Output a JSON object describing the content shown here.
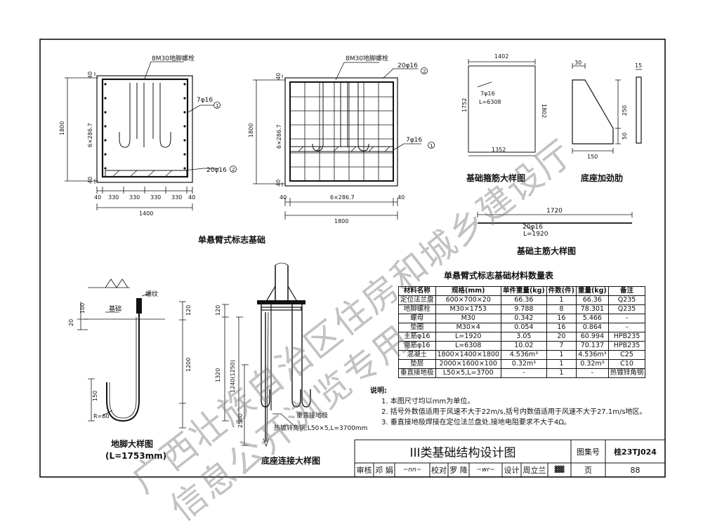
{
  "sheet": {
    "title": "III类基础结构设计图",
    "atlas_label": "图集号",
    "atlas_no": "桂23TJ024",
    "page_label": "页",
    "page_no": "88",
    "review_label": "审核",
    "reviewer": "邓 娟",
    "check_label": "校对",
    "checker": "罗 降",
    "design_label": "设计",
    "designer": "周立兰"
  },
  "plan_single": {
    "bolt_label": "8M30地脚螺栓",
    "rebar1_label": "7φ16",
    "rebar1_tag": "1",
    "rebar2_label": "20φ16",
    "rebar2_tag": "2",
    "dim_height": "1800",
    "dim_spacing": "6×286.7",
    "dim_top": "40",
    "dim_bottom": "40",
    "dim_bottom_segments": [
      "40",
      "330",
      "330",
      "330",
      "330",
      "40"
    ],
    "dim_total": "1400",
    "caption": "单悬臂式标志基础"
  },
  "plan_elev": {
    "bolt_label": "8M30地脚螺栓",
    "rebar2_label": "20φ16",
    "rebar2_tag": "2",
    "rebar1_label": "7φ16",
    "rebar1_tag": "1",
    "dim_height": "1800",
    "dim_spacing": "6×286.7",
    "dim_top": "40",
    "dim_bottom": "40",
    "dim_left": "40",
    "dim_mid": "6×286.7",
    "dim_right": "40",
    "dim_total": "1800"
  },
  "stirrup": {
    "dim_top": "1402",
    "dim_left": "1752",
    "dim_right": "1802",
    "dim_bottom": "1352",
    "label1": "7φ16",
    "label2": "L=6308",
    "caption": "基础箍筋大样图"
  },
  "rib": {
    "dim_top": "30",
    "dim_h1": "250",
    "dim_h2": "50",
    "dim_w": "150",
    "dim_t": "15",
    "caption": "底座加劲肋"
  },
  "main_bar": {
    "dim": "1720",
    "label1": "20φ16",
    "label2": "L=1920",
    "caption": "基础主筋大样图"
  },
  "bolt_detail": {
    "thread_label": "螺纹",
    "foundation_label": "基础",
    "dim_20": "20",
    "dim_100": "100",
    "dim_120": "120",
    "dim_1200": "1200",
    "dim_150": "150",
    "radius": "R=60",
    "caption1": "地脚大样图",
    "caption2": "(L=1753mm)"
  },
  "base_detail": {
    "dim_120": "120",
    "dim_1320": "1320",
    "dim_1240": "1240(1250)",
    "dim_2500": "2500",
    "ground_label1": "垂直接地极",
    "ground_label2": "热镀锌角钢,L50×5,L=3700mm",
    "caption": "底座连接大样图"
  },
  "materials": {
    "title": "单悬臂式标志基础材料数量表",
    "headers": [
      "材料名称",
      "规格(mm)",
      "单件重量(kg)",
      "件数(件)",
      "重量(kg)",
      "备注"
    ],
    "rows": [
      [
        "定位法兰盘",
        "600×700×20",
        "66.36",
        "1",
        "66.36",
        "Q235"
      ],
      [
        "地脚螺栓",
        "M30×1753",
        "9.788",
        "8",
        "78.301",
        "Q235"
      ],
      [
        "螺母",
        "M30",
        "0.342",
        "16",
        "5.466",
        "-"
      ],
      [
        "垫圈",
        "M30×4",
        "0.054",
        "16",
        "0.864",
        "-"
      ],
      [
        "主筋φ16",
        "L=1920",
        "3.05",
        "20",
        "60.994",
        "HPB235"
      ],
      [
        "箍筋φ16",
        "L=6308",
        "10.02",
        "7",
        "70.137",
        "HPB235"
      ],
      [
        "混凝土",
        "1800×1400×1800",
        "4.536m³",
        "1",
        "4.536m³",
        "C25"
      ],
      [
        "垫层",
        "2000×1600×100",
        "0.32m³",
        "1",
        "0.32m³",
        "C10"
      ],
      [
        "垂直接地极",
        "L50×5,L=3700",
        "-",
        "1",
        "-",
        "热镀锌角钢"
      ]
    ]
  },
  "notes": {
    "title": "说明:",
    "items": [
      "1. 本图尺寸均以mm为单位。",
      "2. 括号外数值适用于风速不大于22m/s,括号内数值适用于风速不大于27.1m/s地区。",
      "3. 垂直接地极焊接在定位法兰盘处,接地电阻要求不大于4Ω。"
    ]
  },
  "watermark": {
    "line1": "广西壮族自治区住房和城乡建设厅",
    "line2": "信息公开浏览专用"
  }
}
